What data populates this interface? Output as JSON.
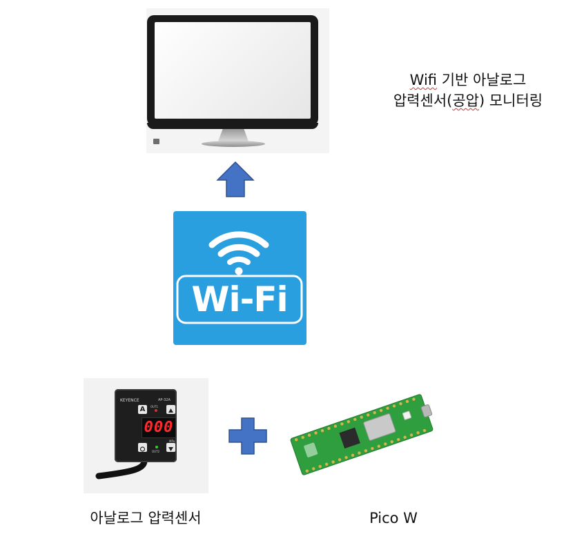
{
  "caption": {
    "line1_word1": "Wifi",
    "line1_rest": " 기반 아날로그",
    "line2_start": "압력센서(",
    "line2_mid": "공압",
    "line2_end": ") 모니터링"
  },
  "wifi_logo": {
    "text": "Wi-Fi",
    "background": "#2a9fdf"
  },
  "sensor": {
    "brand": "KEYENCE",
    "model": "AP-32A",
    "display": "000",
    "out1": "OUT1",
    "out2": "OUT2",
    "unit": "MPa",
    "key_a": "A",
    "label": "아날로그 압력센서"
  },
  "pico": {
    "label": "Pico W"
  },
  "colors": {
    "arrow": "#4472c4",
    "arrow_border": "#2f528f",
    "sensor_digits": "#ff2b2b",
    "board": "#2f9e3e"
  }
}
